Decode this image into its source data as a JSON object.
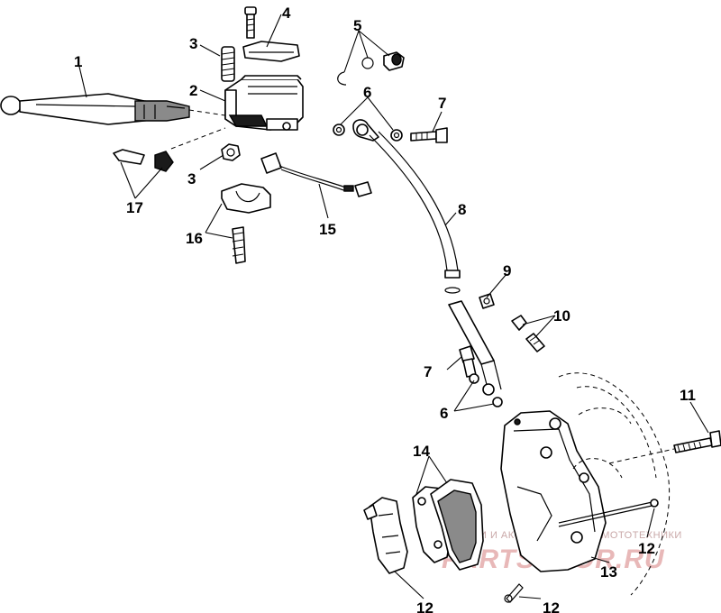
{
  "diagram": {
    "callouts": {
      "c1": "1",
      "c2": "2",
      "c3a": "3",
      "c3b": "3",
      "c4": "4",
      "c5": "5",
      "c6a": "6",
      "c6b": "6",
      "c7a": "7",
      "c7b": "7",
      "c8": "8",
      "c9": "9",
      "c10": "10",
      "c11": "11",
      "c12a": "12",
      "c12b": "12",
      "c12c": "12",
      "c13": "13",
      "c14": "14",
      "c15": "15",
      "c16": "16",
      "c17": "17"
    }
  },
  "watermark": {
    "tagline": "ЗАПЧАСТИ И АКСЕССУАРЫ ДЛЯ МОТОТЕХНИКИ",
    "logo": "PARTSSPOR.RU"
  }
}
